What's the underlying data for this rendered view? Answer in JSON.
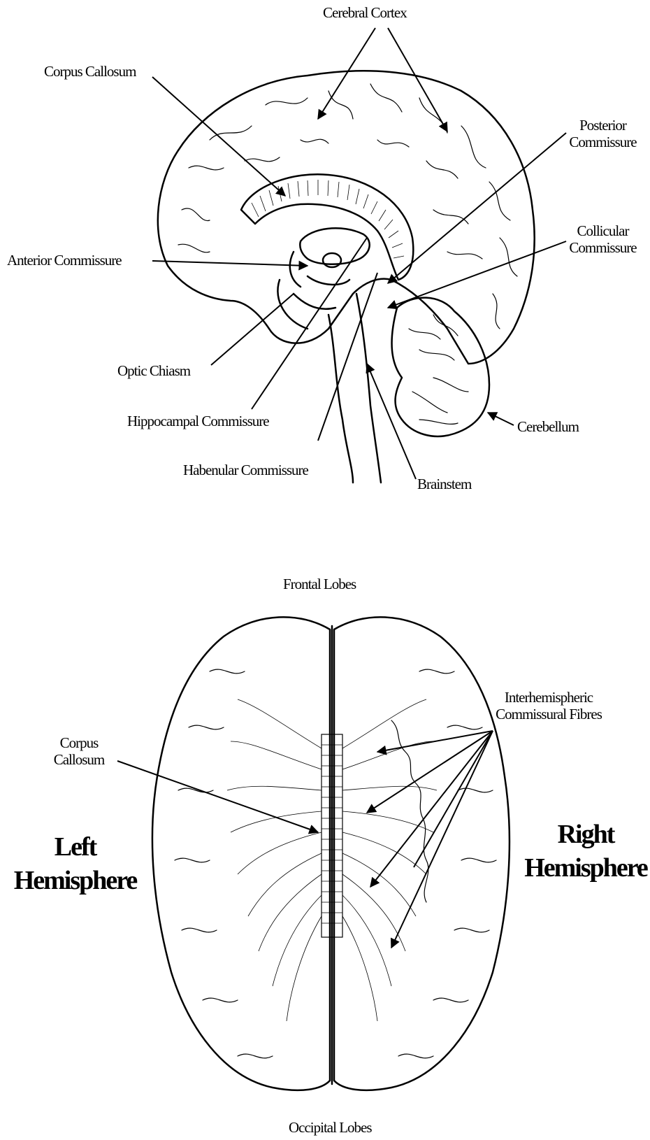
{
  "sagittal": {
    "cerebral_cortex": "Cerebral Cortex",
    "corpus_callosum": "Corpus Callosum",
    "posterior_commissure": "Posterior Commissure",
    "collicular_commissure": "Collicular Commissure",
    "anterior_commissure": "Anterior Commissure",
    "optic_chiasm": "Optic Chiasm",
    "hippocampal_commissure": "Hippocampal Commissure",
    "habenular_commissure": "Habenular Commissure",
    "brainstem": "Brainstem",
    "cerebellum": "Cerebellum"
  },
  "top_view": {
    "frontal_lobes": "Frontal Lobes",
    "occipital_lobes": "Occipital Lobes",
    "corpus_callosum": "Corpus Callosum",
    "interhemispheric_fibres": "Interhemispheric Commissural Fibres",
    "left_hemisphere": "Left Hemisphere",
    "right_hemisphere": "Right Hemisphere"
  }
}
